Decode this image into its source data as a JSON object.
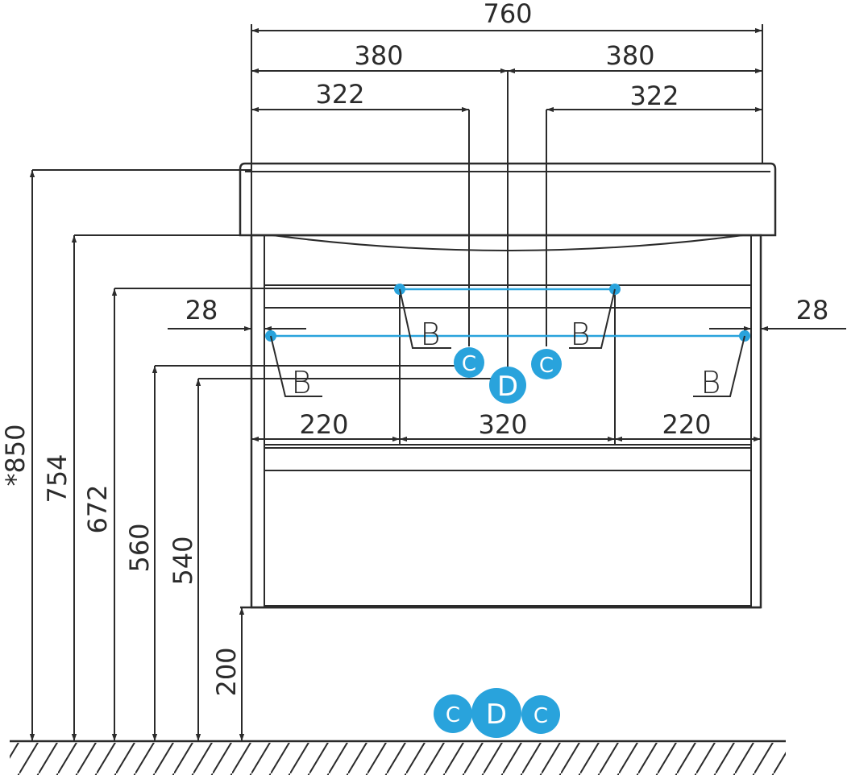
{
  "dimensions": {
    "top_total": "760",
    "top_half_left": "380",
    "top_half_right": "380",
    "top_inner_left": "322",
    "top_inner_right": "322",
    "side_left": "28",
    "side_right": "28",
    "bottom_left": "220",
    "bottom_mid": "320",
    "bottom_right": "220",
    "height_850": "*850",
    "height_754": "754",
    "height_672": "672",
    "height_560": "560",
    "height_540": "540",
    "height_200": "200"
  },
  "markers": {
    "b": "B",
    "c": "C",
    "d": "D"
  },
  "colors": {
    "accent": "#29a3dc",
    "line": "#2b2b2b"
  }
}
